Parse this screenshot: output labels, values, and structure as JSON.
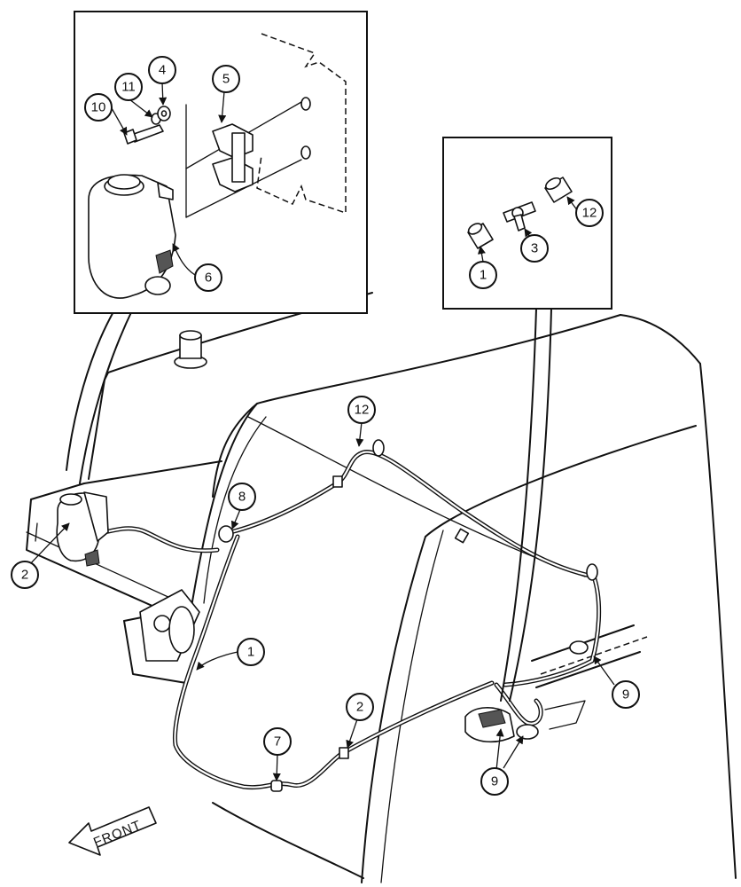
{
  "callouts": [
    {
      "label": "10"
    },
    {
      "label": "11"
    },
    {
      "label": "4"
    },
    {
      "label": "5"
    },
    {
      "label": "6"
    },
    {
      "label": "12"
    },
    {
      "label": "3"
    },
    {
      "label": "1"
    },
    {
      "label": "12"
    },
    {
      "label": "8"
    },
    {
      "label": "2"
    },
    {
      "label": "1"
    },
    {
      "label": "2"
    },
    {
      "label": "7"
    },
    {
      "label": "9"
    },
    {
      "label": "9"
    }
  ],
  "direction_label": "FRONT",
  "colors": {
    "ink": "#111111",
    "paper": "#ffffff"
  }
}
